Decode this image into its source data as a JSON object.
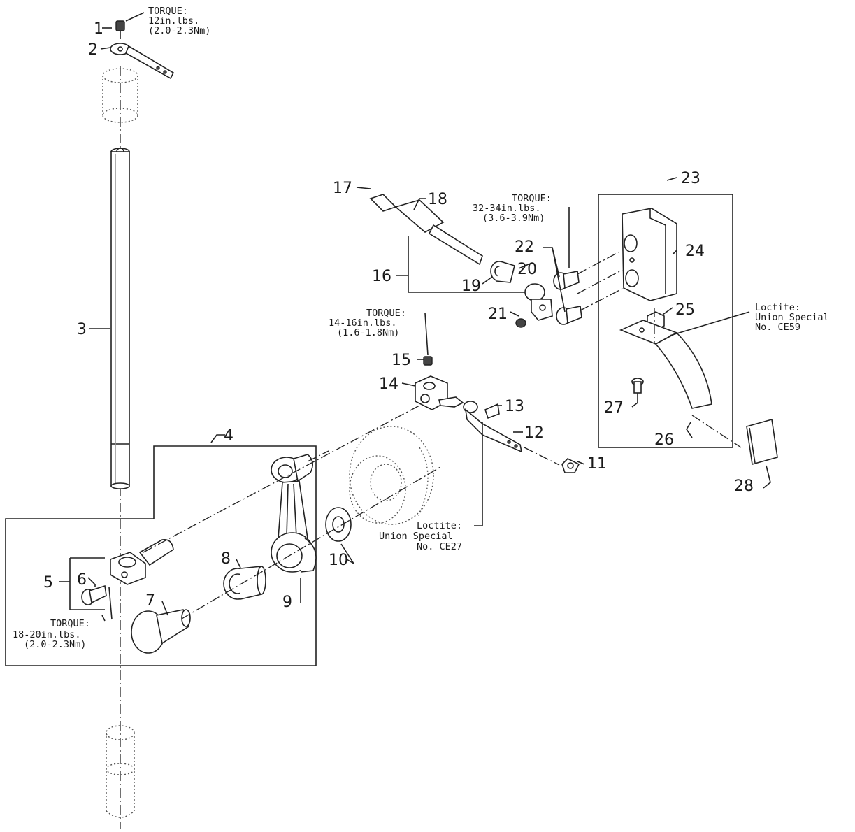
{
  "callouts": {
    "c1": "1",
    "c2": "2",
    "c3": "3",
    "c4": "4",
    "c5": "5",
    "c6": "6",
    "c7": "7",
    "c8": "8",
    "c9": "9",
    "c10": "10",
    "c11": "11",
    "c12": "12",
    "c13": "13",
    "c14": "14",
    "c15": "15",
    "c16": "16",
    "c17": "17",
    "c18": "18",
    "c19": "19",
    "c20": "20",
    "c21": "21",
    "c22": "22",
    "c23": "23",
    "c24": "24",
    "c25": "25",
    "c26": "26",
    "c27": "27",
    "c28": "28"
  },
  "notes": {
    "torque_top": [
      "TORQUE:",
      "12in.lbs.",
      "(2.0-2.3Nm)"
    ],
    "torque_mid": [
      "TORQUE:",
      "14-16in.lbs.",
      "(1.6-1.8Nm)"
    ],
    "torque_right": [
      "TORQUE:",
      "32-34in.lbs.",
      "(3.6-3.9Nm)"
    ],
    "torque_bottom": [
      "TORQUE:",
      "18-20in.lbs.",
      "(2.0-2.3Nm)"
    ],
    "loctite_ce27": [
      "Loctite:",
      "Union Special",
      "No. CE27"
    ],
    "loctite_ce59": [
      "Loctite:",
      "Union Special",
      "No. CE59"
    ]
  }
}
